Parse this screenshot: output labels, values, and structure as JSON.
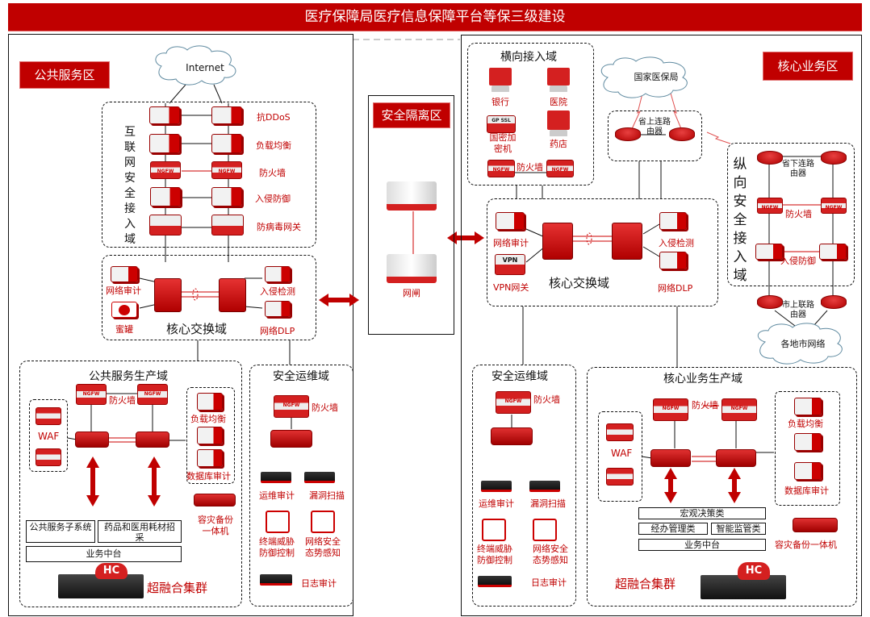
{
  "title": "医疗保障局医疗信息保障平台等保三级建设",
  "colors": {
    "accent": "#c00000",
    "line": "#111111"
  },
  "public_zone": {
    "label": "公共服务区",
    "internet": "Internet",
    "internet_access": {
      "label": "互联网安全接入域",
      "devices": [
        "抗DDoS",
        "负载均衡",
        "防火墙",
        "入侵防御",
        "防病毒网关"
      ]
    },
    "core_exchange": {
      "label": "核心交换域",
      "devices": {
        "audit": "网络审计",
        "honeypot": "蜜罐",
        "ids": "入侵检测",
        "dlp": "网络DLP"
      }
    },
    "production": {
      "label": "公共服务生产域",
      "firewall": "防火墙",
      "waf": "WAF",
      "lb": "负载均衡",
      "db_audit": "数据库审计",
      "backup": "容灾备份一体机",
      "boxes": [
        "公共服务子系统",
        "药品和医用耗材招采",
        "业务中台"
      ],
      "hci": "超融合集群",
      "hc_badge": "HC"
    },
    "ops": {
      "label": "安全运维域",
      "firewall": "防火墙",
      "items": [
        "运维审计",
        "漏洞扫描",
        "终端威胁防御控制",
        "网络安全态势感知",
        "日志审计"
      ]
    }
  },
  "isolation_zone": {
    "label": "安全隔离区",
    "gatekeeper": "网闸"
  },
  "core_zone": {
    "label": "核心业务区",
    "horizontal": {
      "label": "横向接入域",
      "items": [
        "银行",
        "医院",
        "国密加密机",
        "药店"
      ],
      "firewall": "防火墙",
      "gp_ssl": "GP SSL"
    },
    "national": "国家医保局",
    "prov_router": "省上连路由器",
    "vertical": {
      "label": "纵向安全接入域",
      "lower_router": "省下连路由器",
      "firewall": "防火墙",
      "ips": "入侵防御",
      "city_router": "市上联路由器"
    },
    "city_net": "各地市网络",
    "core_exchange": {
      "label": "核心交换域",
      "devices": {
        "audit": "网络审计",
        "vpn": "VPN网关",
        "vpn_badge": "VPN",
        "ids": "入侵检测",
        "dlp": "网络DLP"
      }
    },
    "ops": {
      "label": "安全运维域",
      "firewall": "防火墙",
      "items": [
        "运维审计",
        "漏洞扫描",
        "终端威胁防御控制",
        "网络安全态势感知",
        "日志审计"
      ]
    },
    "production": {
      "label": "核心业务生产域",
      "firewall": "防火墙",
      "waf": "WAF",
      "lb": "负载均衡",
      "db_audit": "数据库审计",
      "backup": "容灾备份一体机",
      "boxes": [
        "宏观决策类",
        "经办管理类",
        "智能监管类",
        "业务中台"
      ],
      "hci": "超融合集群",
      "hc_badge": "HC"
    }
  }
}
